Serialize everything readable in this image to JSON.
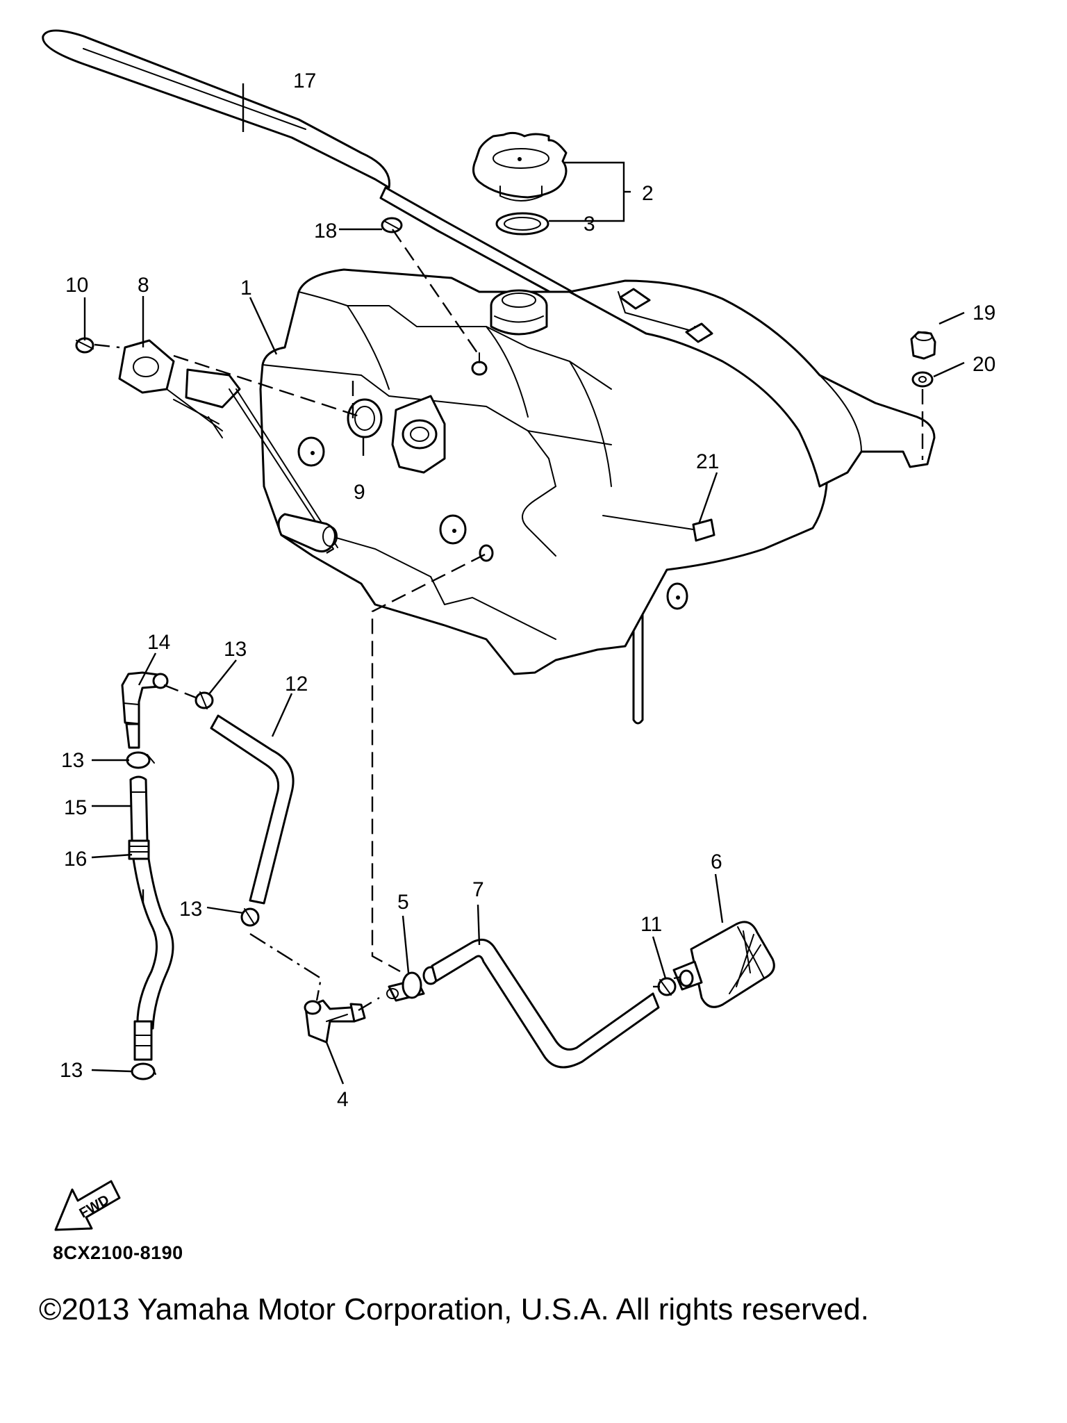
{
  "diagram": {
    "callouts": [
      "1",
      "2",
      "3",
      "4",
      "5",
      "6",
      "7",
      "8",
      "9",
      "10",
      "11",
      "12",
      "13",
      "14",
      "15",
      "16",
      "17",
      "18",
      "19",
      "20",
      "21"
    ],
    "fwd_label": "FWD",
    "drawing_code": "8CX2100-8190"
  },
  "footer": {
    "copyright": "©2013 Yamaha Motor Corporation, U.S.A. All rights reserved."
  }
}
